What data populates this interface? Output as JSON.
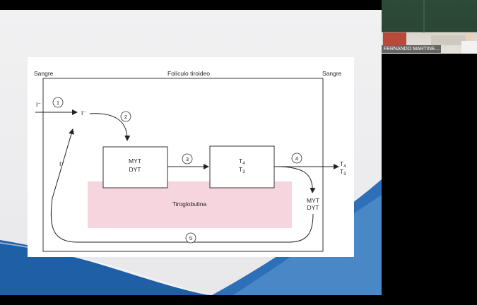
{
  "diagram": {
    "label_blood_left": "Sangre",
    "label_follicle": "Folículo tiroideo",
    "label_blood_right": "Sangre",
    "iodide_in": "I⁻",
    "iodide_mid": "I⁻",
    "iodide_return": "I⁻",
    "box1_line1": "MYT",
    "box1_line2": "DYT",
    "box2_line1": "T",
    "box2_line1_sub": "4",
    "box2_line2": "T",
    "box2_line2_sub": "3",
    "output_line1": "T",
    "output_line1_sub": "4",
    "output_line2": "T",
    "output_line2_sub": "3",
    "byproduct_line1": "MYT",
    "byproduct_line2": "DYT",
    "thyroglobulin": "Tiroglobulina",
    "step1": "1",
    "step2": "2",
    "step3": "3",
    "step4": "4",
    "step5": "5",
    "thyroglobulin_color": "#f6d5de"
  },
  "webcam": {
    "participant_name": "FERNANDO MARTINE..."
  },
  "colors": {
    "slide_wave_dark": "#1f5fa6",
    "slide_wave_light": "#4f8cc9"
  }
}
